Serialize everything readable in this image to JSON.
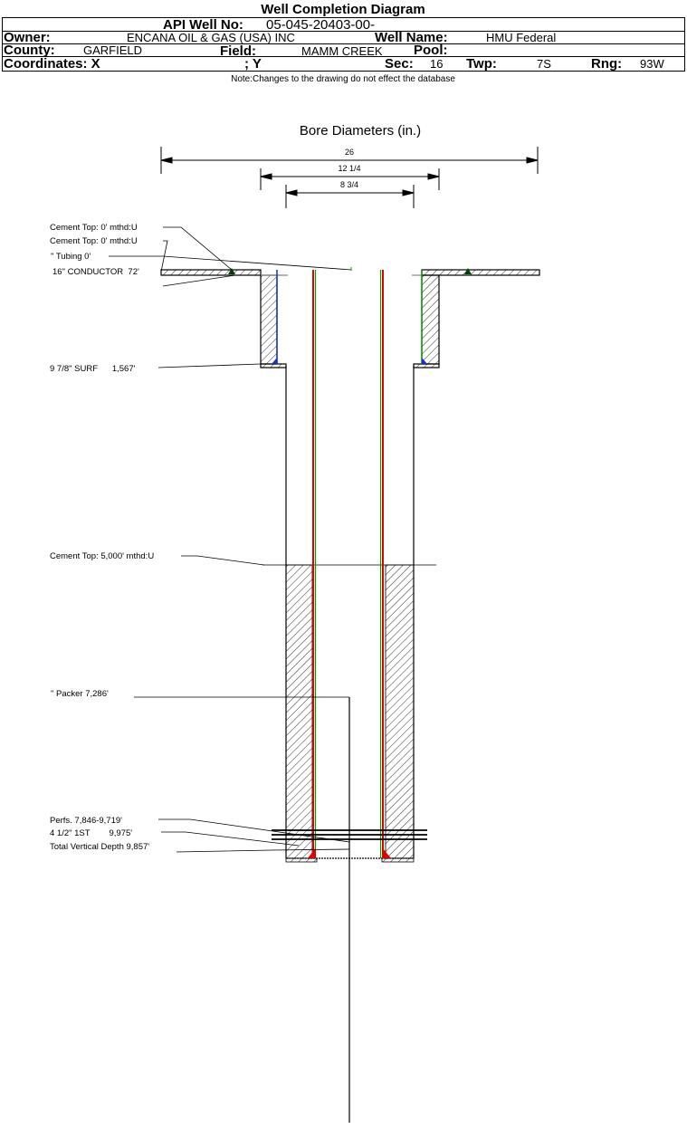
{
  "title": "Well Completion Diagram",
  "header": {
    "api_label": "API Well No:",
    "api_value": "05-045-20403-00-",
    "owner_label": "Owner:",
    "owner_value": "ENCANA OIL & GAS (USA) INC",
    "well_name_label": "Well Name:",
    "well_name_value": "HMU Federal",
    "county_label": "County:",
    "county_value": "GARFIELD",
    "field_label": "Field:",
    "field_value": "MAMM CREEK",
    "pool_label": "Pool:",
    "coords_label": "Coordinates: X",
    "y_label": "; Y",
    "sec_label": "Sec:",
    "sec_value": "16",
    "twp_label": "Twp:",
    "twp_value": "7S",
    "rng_label": "Rng:",
    "rng_value": "93W"
  },
  "note": "Note:Changes to the drawing do not effect the database",
  "diagram": {
    "bore_title": "Bore Diameters (in.)",
    "bore_diameters": [
      "26",
      "12 1/4",
      "8 3/4"
    ],
    "annotations": [
      "Cement Top: 0' mthd:U",
      "Cement Top: 0' mthd:U",
      "\" Tubing 0'",
      "16\" CONDUCTOR  72'",
      "9 7/8\" SURF      1,567'",
      "Cement Top: 5,000' mthd:U",
      "\" Packer 7,286'",
      "Perfs. 7,846-9,719'",
      "4 1/2\" 1ST        9,975'",
      "Total Vertical Depth 9,857'"
    ],
    "colors": {
      "casing_outer": "#00a000",
      "casing_inner": "#e00000",
      "surface_casing": "#1030d0"
    }
  }
}
